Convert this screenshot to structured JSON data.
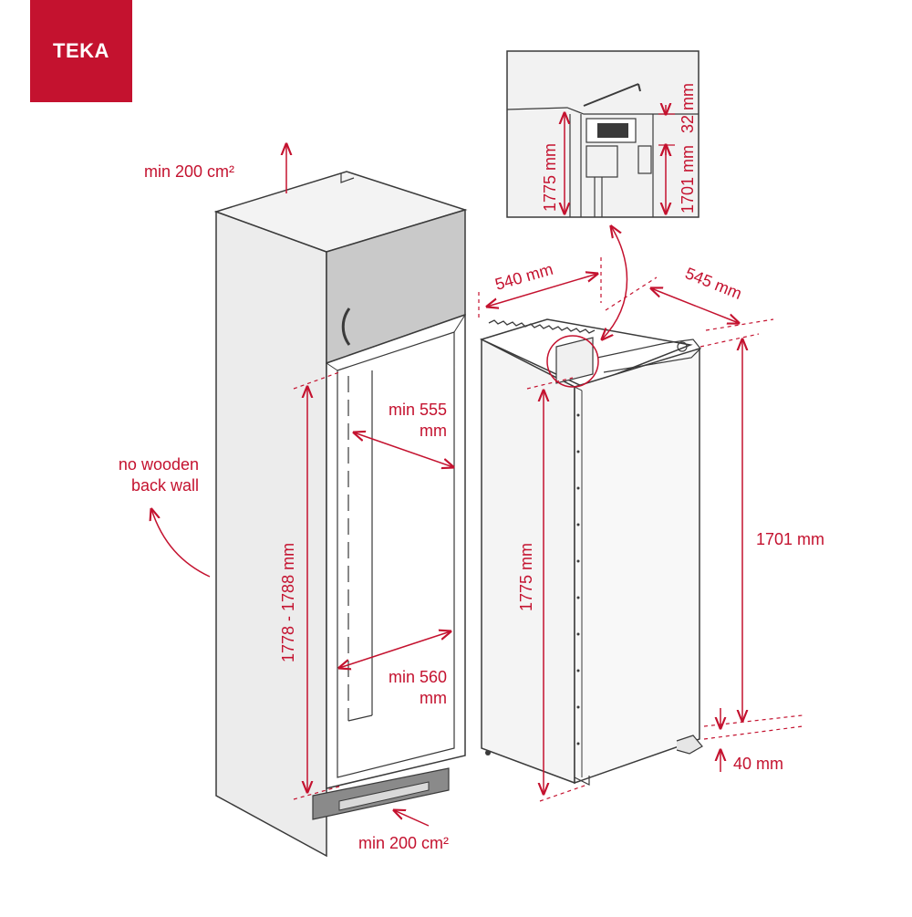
{
  "brand": {
    "logo_text": "TEKA",
    "color": "#c4122f"
  },
  "colors": {
    "accent": "#c4122f",
    "line": "#3a3a3a",
    "cabinet_fill": "#ececec",
    "panel_fill": "#c9c9c9",
    "fridge_fill": "#f4f4f4"
  },
  "labels": {
    "vent_top": "min 200 cm²",
    "vent_bottom": "min 200 cm²",
    "back_wall_line1": "no wooden",
    "back_wall_line2": "back wall",
    "niche_height": "1778 - 1788 mm",
    "niche_depth_line1": "min 555",
    "niche_depth_line2": "mm",
    "niche_width_line1": "min 560",
    "niche_width_line2": "mm",
    "appliance_width": "540 mm",
    "appliance_depth": "545 mm",
    "appliance_height": "1775 mm",
    "door_height": "1701 mm",
    "plinth_gap": "40 mm",
    "detail_height": "1775 mm",
    "detail_door_height": "1701 mm",
    "detail_top_gap": "32 mm"
  }
}
